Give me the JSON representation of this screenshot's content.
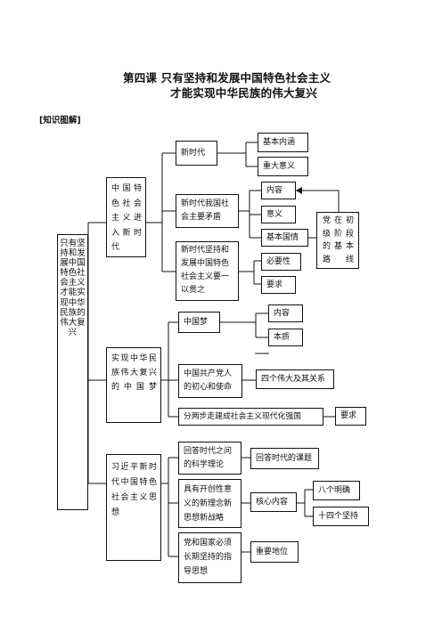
{
  "title": {
    "line1": "第四课  只有坚持和发展中国特色社会主义",
    "line2": "才能实现中华民族的伟大复兴"
  },
  "section_label": "[知识图解]",
  "root": "只有坚持和发展中国特色社会主义才能实现中华民族的伟大复兴",
  "branches": {
    "b1": "中国特色社会主义进入新时代",
    "b2": "实现中华民族伟大复兴的中国梦",
    "b3": "习近平新时代中国特色社会主义思想"
  },
  "nodes": {
    "xinshidai": "新时代",
    "jiben_neihan": "基本内涵",
    "zhongda_yiyi": "重大意义",
    "maodun": "新时代我国社会主要矛盾",
    "neirong1": "内容",
    "yiyi": "意义",
    "jiben_guoqing": "基本国情",
    "jieduan": "党在初级阶段的基本路线",
    "jianchi": "新时代坚持和发展中国特色社会主义要一以贯之",
    "biyaoxing": "必要性",
    "yaoqiu1": "要求",
    "zhongguomeng": "中国梦",
    "neirong2": "内容",
    "benzhi": "本质",
    "chuxin": "中国共产党人的初心和使命",
    "sige": "四个伟大及其关系",
    "liangbu": "分两步走建成社会主义现代化强国",
    "yaoqiu2": "要求",
    "huida": "回答时代之问的科学理论",
    "keti": "回答时代的课题",
    "kaichuang": "具有开创性意义的新理念新思想新战略",
    "hexin": "核心内容",
    "bage": "八个明确",
    "shisi": "十四个坚持",
    "changqi": "党和国家必须长期坚持的指导思想",
    "zhongyao": "重要地位"
  }
}
